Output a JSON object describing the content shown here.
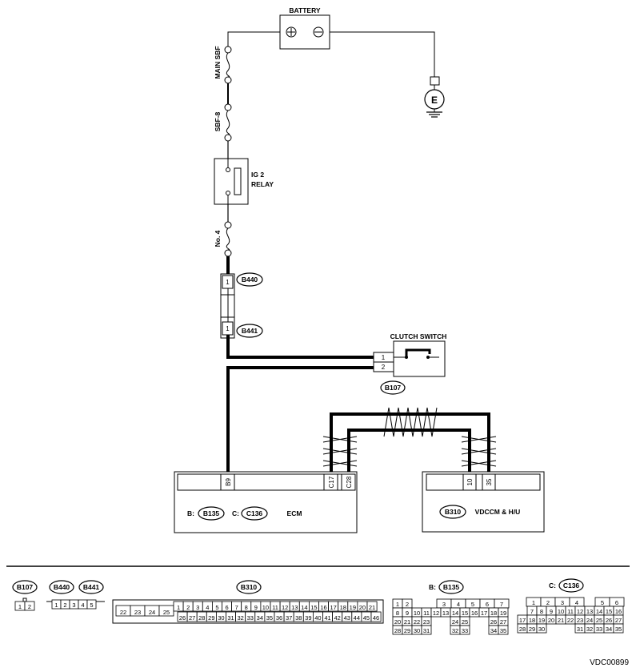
{
  "labels": {
    "battery": "BATTERY",
    "main_sbf": "MAIN SBF",
    "sbf8": "SBF-8",
    "ig2_relay_line1": "IG 2",
    "ig2_relay_line2": "RELAY",
    "fuse_no4": "No. 4",
    "clutch_switch": "CLUTCH SWITCH",
    "ecm": "ECM",
    "vdccm": "VDCCM & H/U",
    "b_prefix": "B:",
    "c_prefix": "C:",
    "ground": "E",
    "footer_code": "VDC00899"
  },
  "connectors": {
    "b440": "B440",
    "b441": "B441",
    "b107": "B107",
    "b135": "B135",
    "c136": "C136",
    "b310": "B310"
  },
  "pins": {
    "b440_pin": "1",
    "b441_pin": "1",
    "b107_pin1": "1",
    "b107_pin2": "2",
    "ecm_b9": "B9",
    "ecm_c17": "C17",
    "ecm_c28": "C28",
    "vdc_10": "10",
    "vdc_35": "35"
  },
  "legend": {
    "b107": {
      "name": "B107",
      "pins": [
        "1",
        "2"
      ]
    },
    "b440": {
      "name": "B440"
    },
    "b441": {
      "name": "B441",
      "pins": [
        "1",
        "2",
        "3",
        "4",
        "5"
      ]
    },
    "b310": {
      "name": "B310",
      "left": [
        "22",
        "23",
        "24",
        "25"
      ],
      "row1": [
        "1",
        "2",
        "3",
        "4",
        "5",
        "6",
        "7",
        "8",
        "9",
        "10",
        "11",
        "12",
        "13",
        "14",
        "15",
        "16",
        "17",
        "18",
        "19",
        "20",
        "21"
      ],
      "row2": [
        "26",
        "27",
        "28",
        "29",
        "30",
        "31",
        "32",
        "33",
        "34",
        "35",
        "36",
        "37",
        "38",
        "39",
        "40",
        "41",
        "42",
        "43",
        "44",
        "45",
        "46"
      ]
    },
    "b135": {
      "prefix": "B:",
      "name": "B135",
      "rows": [
        [
          "1",
          "2",
          "",
          "",
          "3",
          "4",
          "5",
          "6",
          "7"
        ],
        [
          "8",
          "9",
          "10",
          "11",
          "12",
          "13",
          "14",
          "15",
          "16",
          "17",
          "18",
          "19"
        ],
        [
          "20",
          "21",
          "22",
          "23",
          "",
          "",
          "24",
          "25",
          "",
          "",
          "26",
          "27"
        ],
        [
          "28",
          "29",
          "30",
          "31",
          "",
          "",
          "32",
          "33",
          "",
          "",
          "34",
          "35"
        ]
      ]
    },
    "c136": {
      "prefix": "C:",
      "name": "C136",
      "rows": [
        [
          "",
          "",
          "1",
          "2",
          "3",
          "4",
          "",
          "",
          "5",
          "6"
        ],
        [
          "",
          "7",
          "8",
          "9",
          "10",
          "11",
          "12",
          "13",
          "14",
          "15",
          "16"
        ],
        [
          "17",
          "18",
          "19",
          "20",
          "21",
          "22",
          "23",
          "24",
          "25",
          "26",
          "27"
        ],
        [
          "28",
          "29",
          "30",
          "",
          "",
          "",
          "31",
          "32",
          "33",
          "34",
          "35"
        ]
      ]
    }
  }
}
